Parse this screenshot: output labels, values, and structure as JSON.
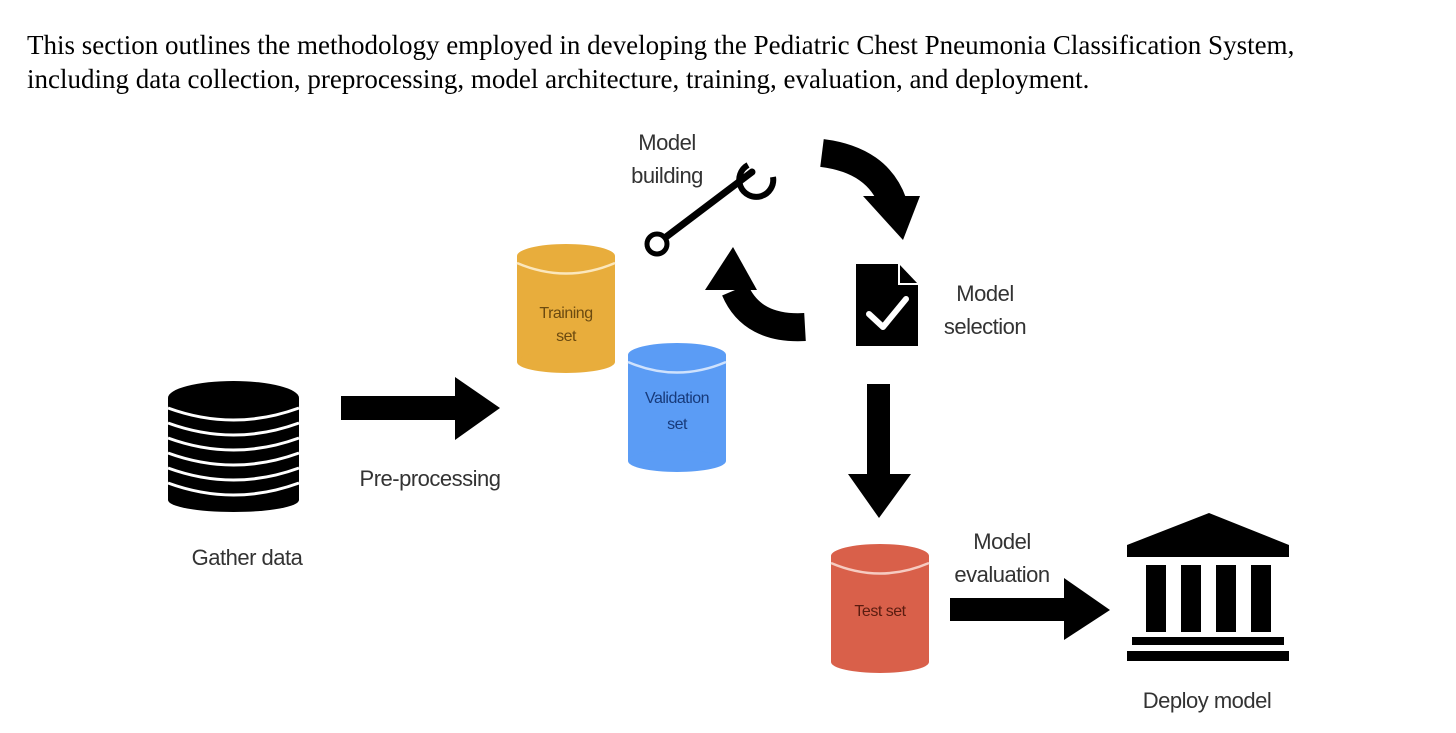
{
  "intro": {
    "line1": "This section outlines the methodology employed in developing the Pediatric Chest Pneumonia Classification System,",
    "line2": "including data collection, preprocessing, model architecture, training, evaluation, and deployment."
  },
  "diagram": {
    "gather": {
      "label": "Gather data",
      "icon": "database-icon"
    },
    "preprocess": {
      "label": "Pre-processing"
    },
    "training": {
      "line1": "Training",
      "line2": "set",
      "color": "#e8ad3c",
      "text_color": "#6b4a10"
    },
    "validation": {
      "line1": "Validation",
      "line2": "set",
      "color": "#5b9cf5",
      "text_color": "#173a7a"
    },
    "building": {
      "line1": "Model",
      "line2": "building",
      "icon": "wrench-icon"
    },
    "selection": {
      "line1": "Model",
      "line2": "selection",
      "icon": "document-check-icon"
    },
    "test": {
      "line1": "Test set",
      "color": "#d9604a",
      "text_color": "#5a1c10"
    },
    "evaluation": {
      "line1": "Model",
      "line2": "evaluation"
    },
    "deploy": {
      "label": "Deploy model",
      "icon": "institution-icon"
    }
  }
}
